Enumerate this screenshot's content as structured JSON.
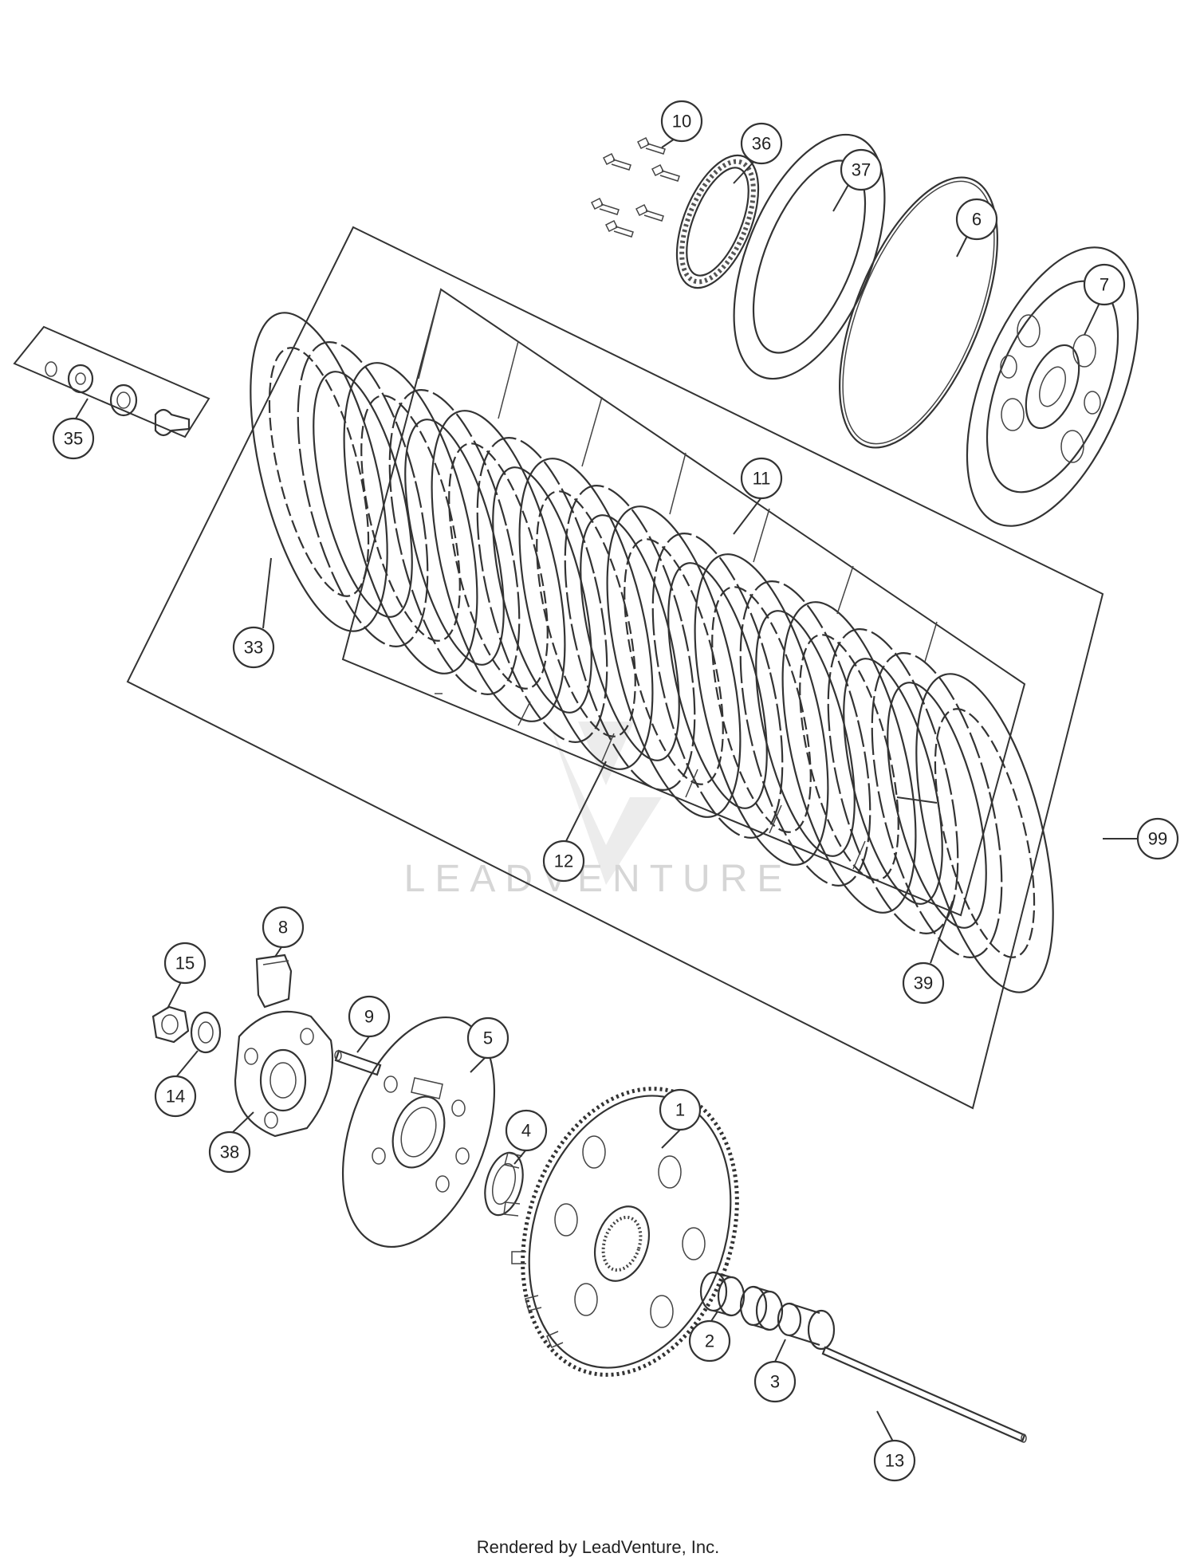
{
  "diagram": {
    "watermark": "LEADVENTURE",
    "footer": "Rendered by LeadVenture, Inc.",
    "callouts": [
      "1",
      "2",
      "3",
      "4",
      "5",
      "6",
      "7",
      "8",
      "9",
      "10",
      "11",
      "12",
      "13",
      "14",
      "15",
      "33",
      "35",
      "36",
      "37",
      "38",
      "39",
      "99"
    ]
  }
}
